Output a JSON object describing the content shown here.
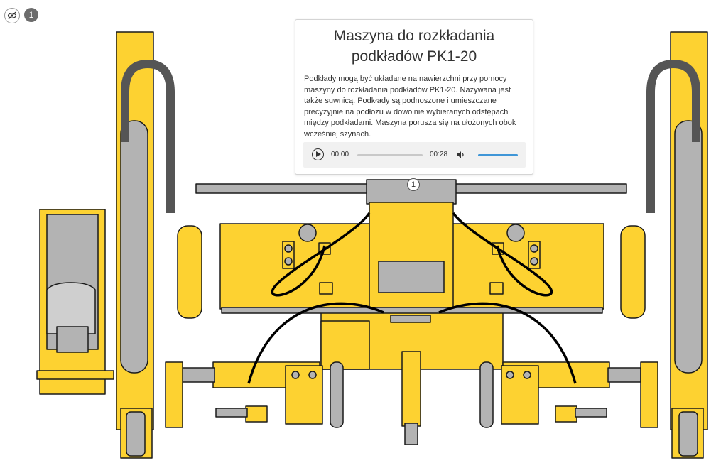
{
  "toolbar": {
    "hide_icon": "eye-slash-icon",
    "badge_count": "1"
  },
  "info_card": {
    "title": "Maszyna do rozkładania podkładów PK1-20",
    "description": "Podkłady mogą być układane na nawierzchni przy pomocy maszyny do rozkładania podkładów PK1-20. Nazywana jest także suwnicą. Podkłady są podnoszone i umieszczane precyzyjnie na podłożu w dowolnie wybieranych odstępach między podkładami. Maszyna porusza się na ułożonych obok wcześniej szynach."
  },
  "audio": {
    "current_time": "00:00",
    "duration": "00:28",
    "progress": 0,
    "volume": 1
  },
  "hotspot": {
    "label": "1"
  },
  "colors": {
    "machine_yellow": "#fdd231",
    "outline": "#1a1a1a",
    "grey": "#b3b3b3",
    "volume_blue": "#3f96d7"
  }
}
